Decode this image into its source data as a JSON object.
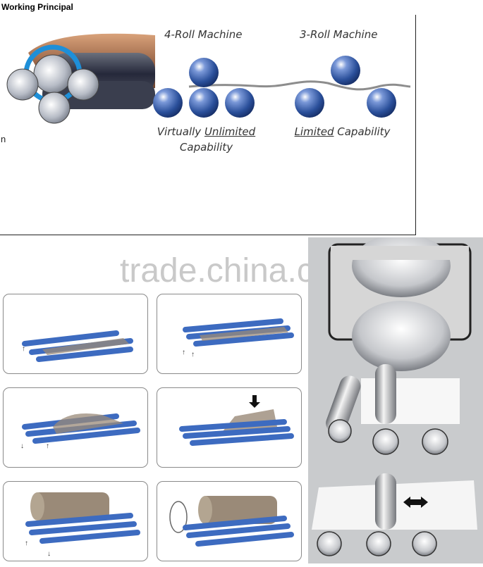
{
  "header": {
    "title": "Working Principal"
  },
  "four_roll": {
    "title": "4-Roll Machine",
    "caption_pre": "Virtually ",
    "caption_u": "Unlimited",
    "caption_line2": "Capability"
  },
  "three_roll": {
    "title": "3-Roll Machine",
    "caption_u": "Limited",
    "caption_post": " Capability"
  },
  "stray_text": "n",
  "watermark": "trade.china.cn",
  "colors": {
    "ball_blue": "#2a4f9a",
    "roll_blue": "#3d6bc0",
    "sheet_brown": "#9a8a78",
    "gray_panel": "#c9cbcd"
  },
  "icons": {
    "arrow_up": "up-arrow-icon",
    "arrow_down": "down-arrow-icon",
    "double_arrow": "left-right-arrow-icon"
  }
}
